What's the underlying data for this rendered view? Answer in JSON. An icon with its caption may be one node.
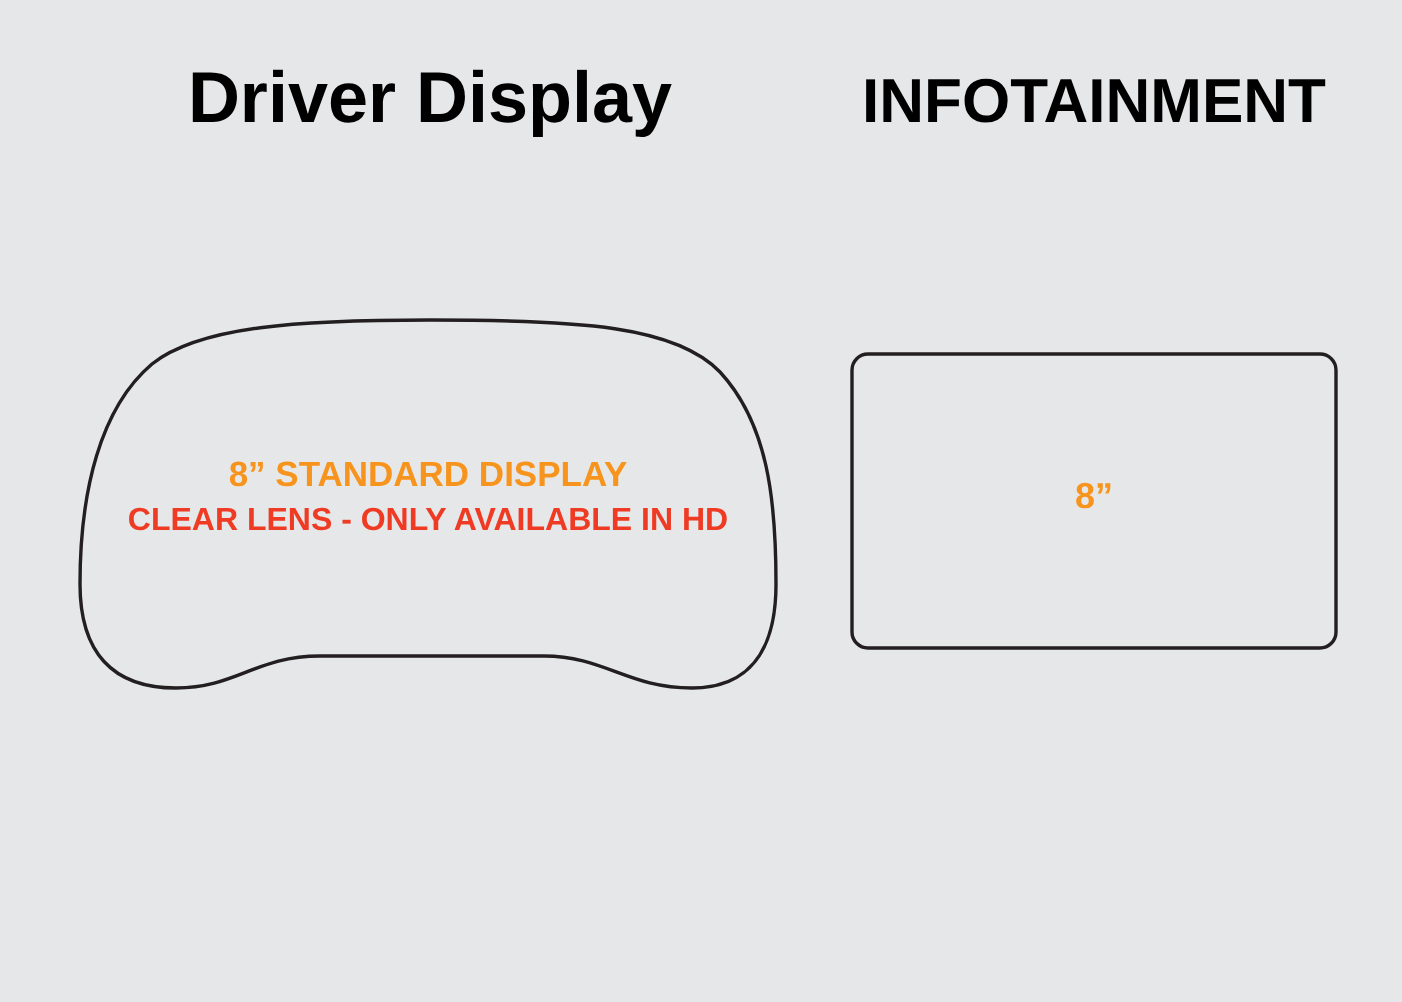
{
  "diagram": {
    "nodes": [
      {
        "text": [
          "8” STANDARD DISPLAY",
          "CLEAR LENS - ONLY AVAILABLE IN HD"
        ]
      },
      {
        "text": [
          "8”"
        ]
      }
    ],
    "labels": [
      "Driver Display",
      "INFOTAINMENT"
    ]
  }
}
